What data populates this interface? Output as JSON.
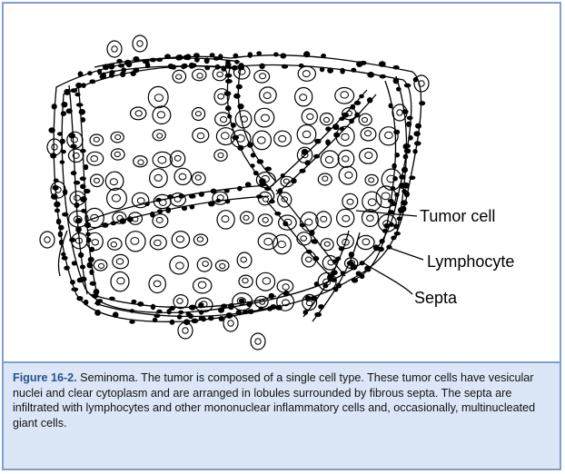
{
  "figure": {
    "labels": {
      "tumor_cell": "Tumor cell",
      "lymphocyte": "Lymphocyte",
      "septa": "Septa"
    },
    "caption": {
      "label": "Figure 16-2.",
      "text": " Seminoma. The tumor is composed of a single cell type. These tumor cells have vesicular nuclei and clear cytoplasm and are arranged in lobules surrounded by fibrous septa. The septa are infiltrated with lymphocytes and other mononuclear inflammatory cells and, occasionally, multinucleated giant cells."
    },
    "colors": {
      "frame": "#7f9fd0",
      "caption_background": "#dbe7f6",
      "caption_label": "#2b4f8f",
      "ink": "#000000"
    }
  }
}
